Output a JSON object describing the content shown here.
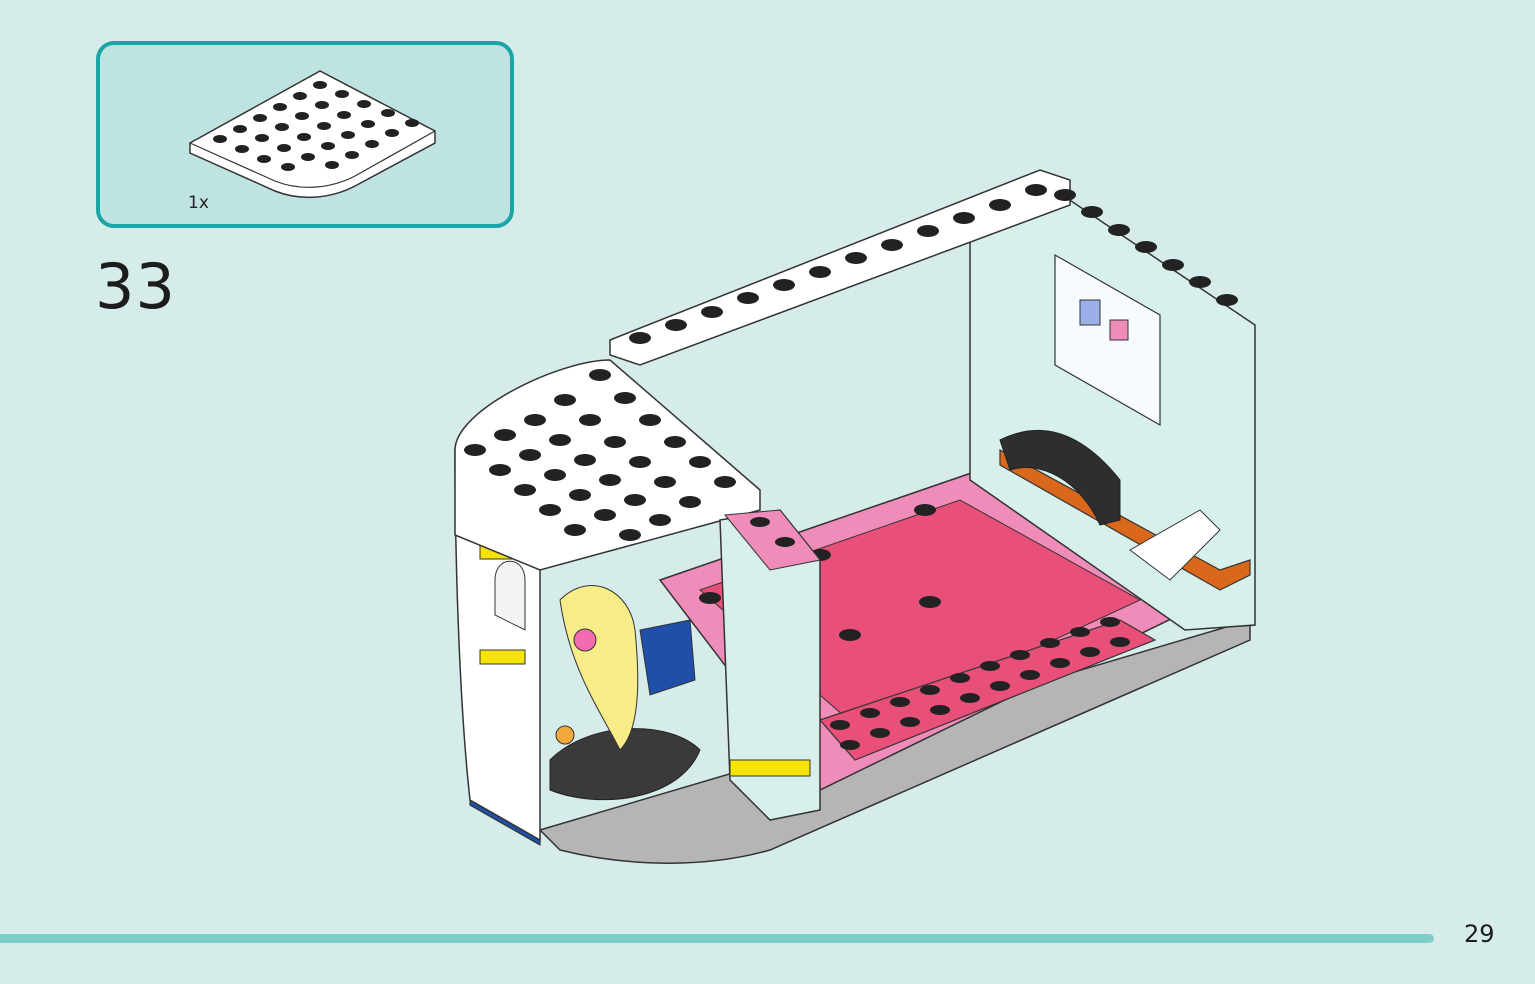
{
  "parts_box": {
    "quantity_label": "1x",
    "part_name": "white-round-corner-plate-icon"
  },
  "step": {
    "number": "33"
  },
  "illustration": {
    "name": "salon-building-model",
    "colors": {
      "pink": "#f08cb9",
      "dark_pink": "#e8507a",
      "white": "#ffffff",
      "mint": "#d8f0ec",
      "gray": "#9a9a9a",
      "blue": "#1f4fa8",
      "yellow": "#f5e300",
      "orange": "#d9681c"
    }
  },
  "footer": {
    "page_number": "29"
  },
  "colors": {
    "background": "#d5ecea",
    "accent": "#1aa6a6",
    "progress": "#7fcdc7"
  }
}
